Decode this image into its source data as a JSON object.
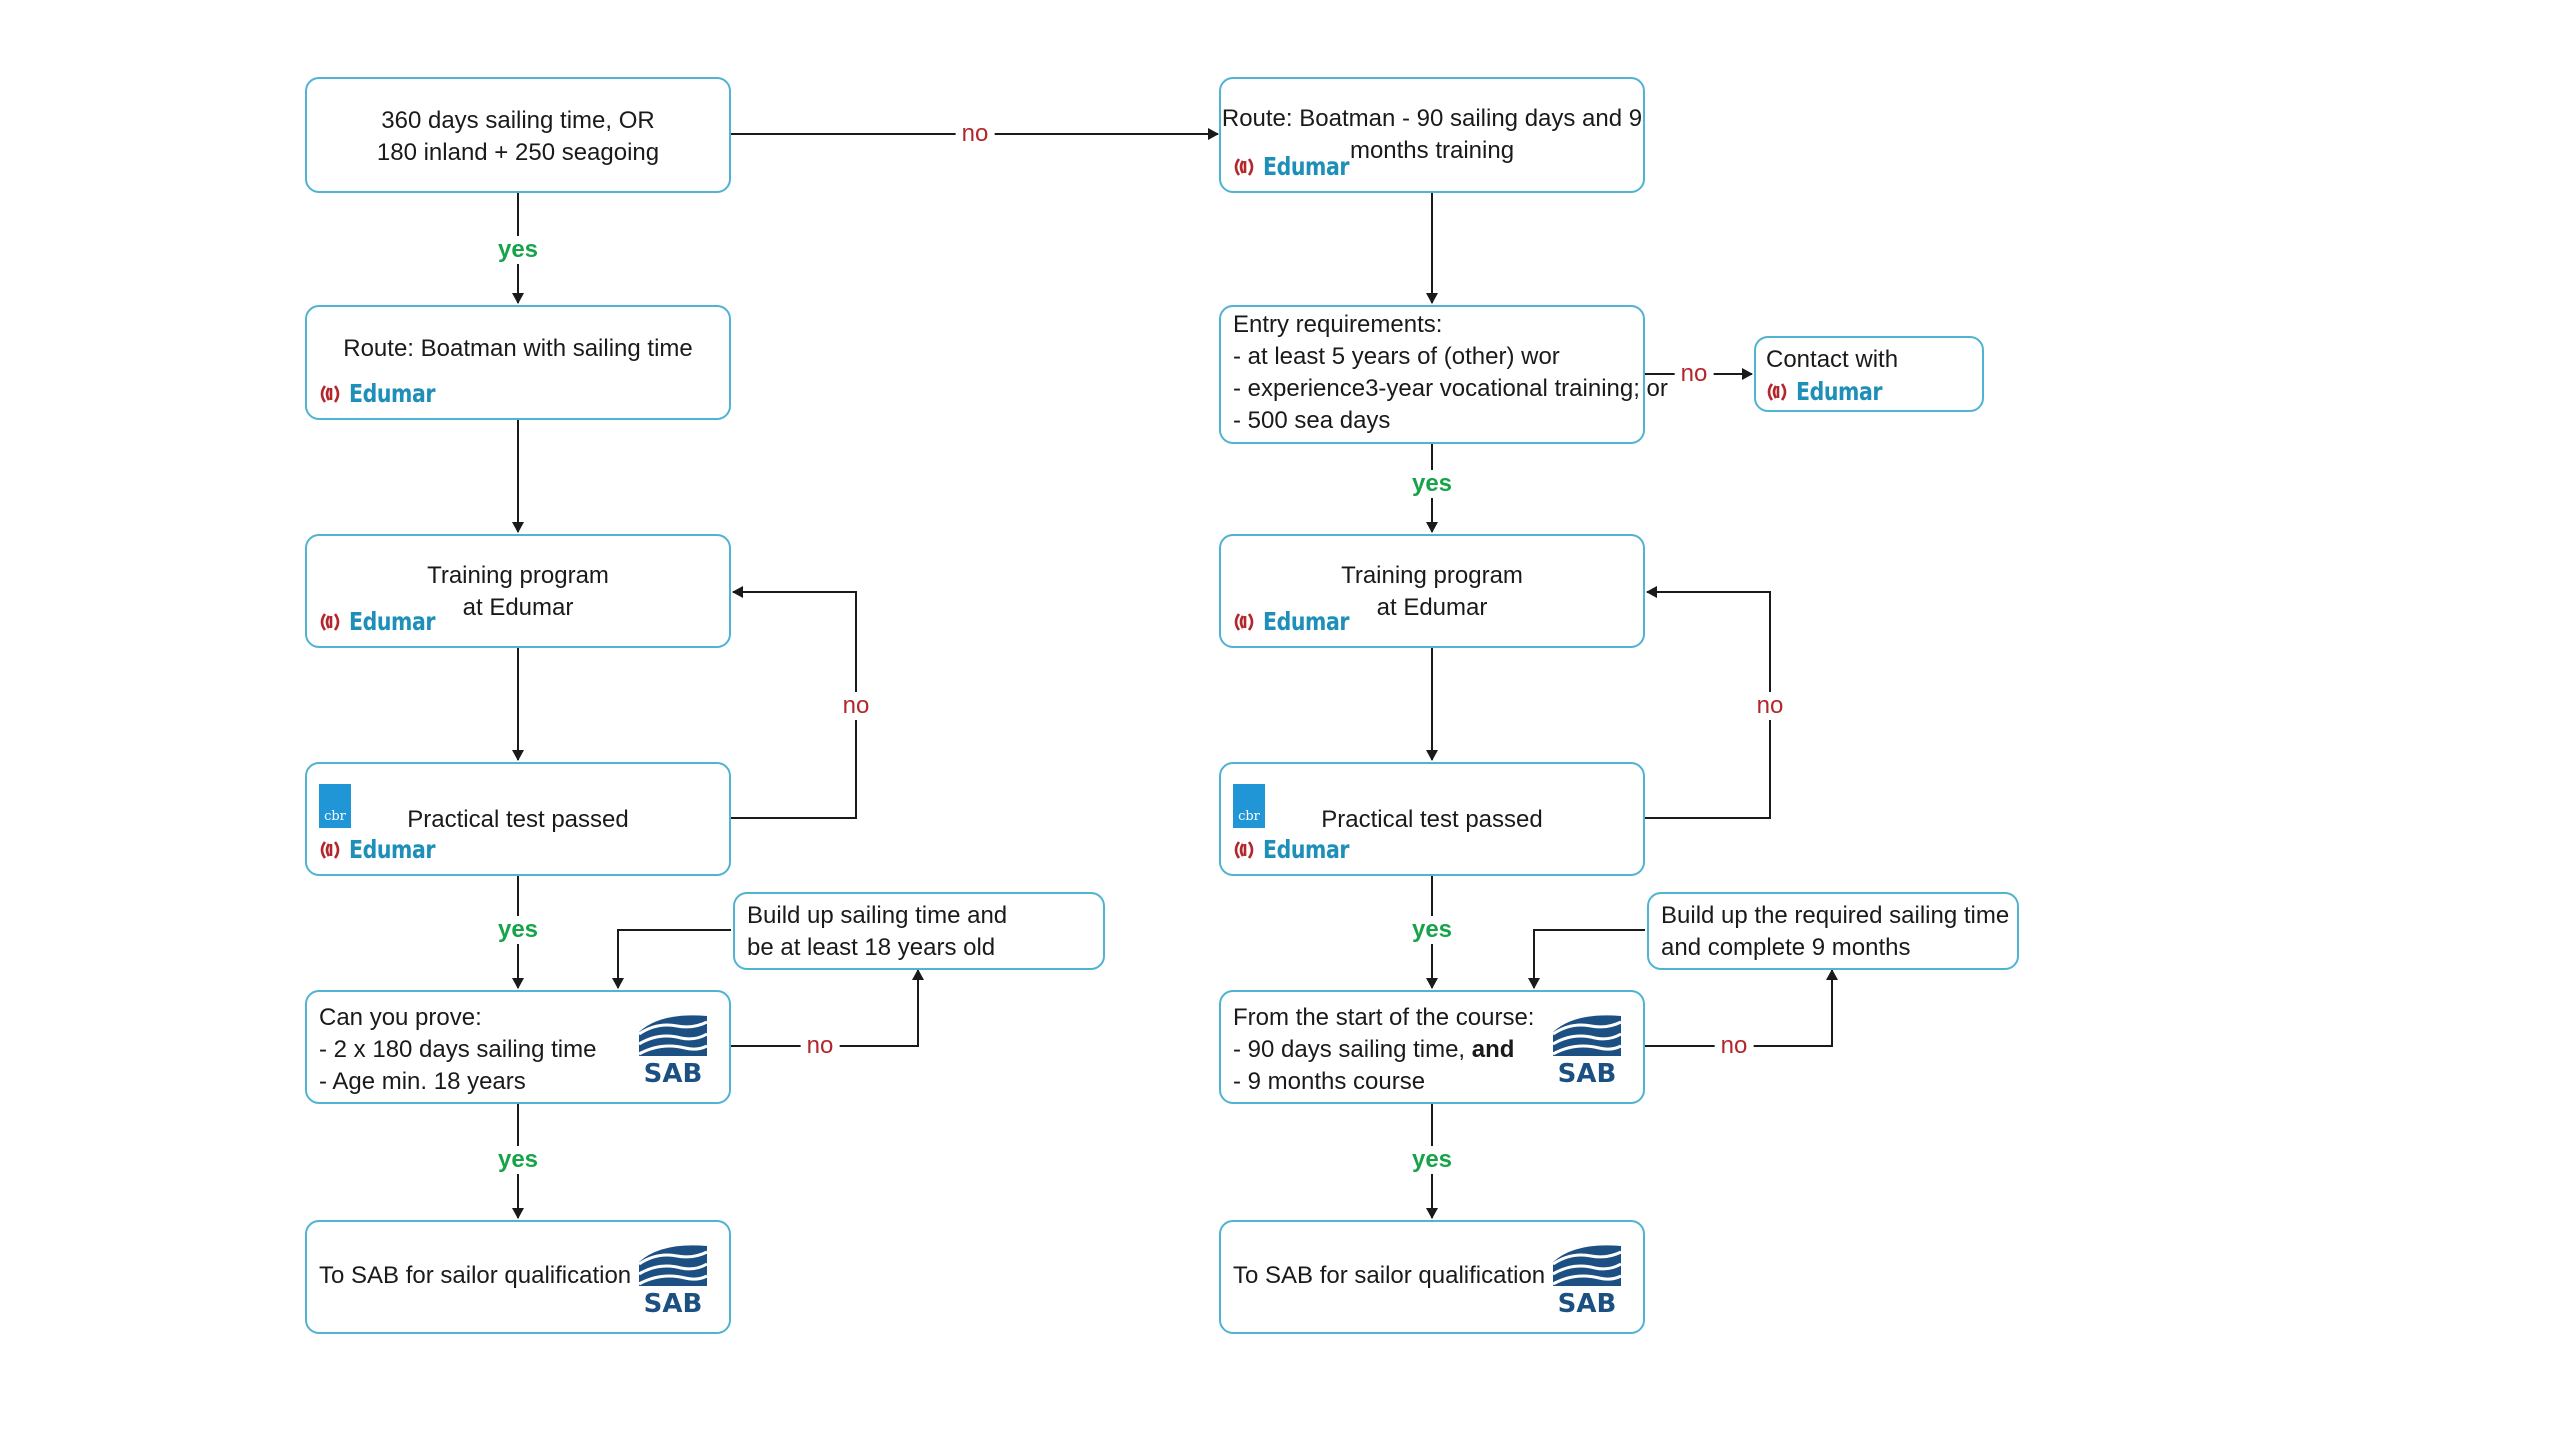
{
  "colors": {
    "box_border": "#4fb3d1",
    "yes": "#17a34a",
    "no": "#b3262b",
    "edumar": "#1e8fb8",
    "sab": "#1c4f82",
    "cbr": "#2196d6"
  },
  "logos": {
    "edumar": "Edumar",
    "cbr": "cbr",
    "sab": "SAB"
  },
  "labels": {
    "yes": "yes",
    "no": "no"
  },
  "left_route": {
    "start": {
      "line1": "360 days sailing time, OR",
      "line2": "180 inland + 250 seagoing"
    },
    "route": {
      "text": "Route: Boatman with sailing time"
    },
    "training": {
      "line1": "Training program",
      "line2": "at Edumar"
    },
    "test": {
      "text": "Practical test passed"
    },
    "prove": {
      "line1": "Can you prove:",
      "line2": "- 2 x  180 days sailing time",
      "line3": "- Age min. 18 years"
    },
    "build": {
      "line1": "Build up sailing time and",
      "line2": "be at least 18 years old"
    },
    "result": {
      "text": "To SAB  for sailor qualification"
    }
  },
  "right_route": {
    "route": {
      "line1": "Route: Boatman - 90 sailing days and 9",
      "line2": "months training"
    },
    "entry": {
      "line1": "Entry requirements:",
      "line2": "- at least 5 years of (other) wor",
      "line3": "- experience3-year vocational training; or",
      "line4": "- 500 sea days"
    },
    "contact": {
      "text": "Contact with"
    },
    "training": {
      "line1": "Training program",
      "line2": "at Edumar"
    },
    "test": {
      "text": "Practical test passed"
    },
    "course": {
      "line1": "From the start of the course:",
      "line2": "- 90 days sailing time, ",
      "line2_bold": "and",
      "line3": "- 9 months course"
    },
    "build": {
      "line1": "Build up the required sailing time",
      "line2": "and complete 9 months"
    },
    "result": {
      "text": "To SAB  for sailor qualification"
    }
  }
}
